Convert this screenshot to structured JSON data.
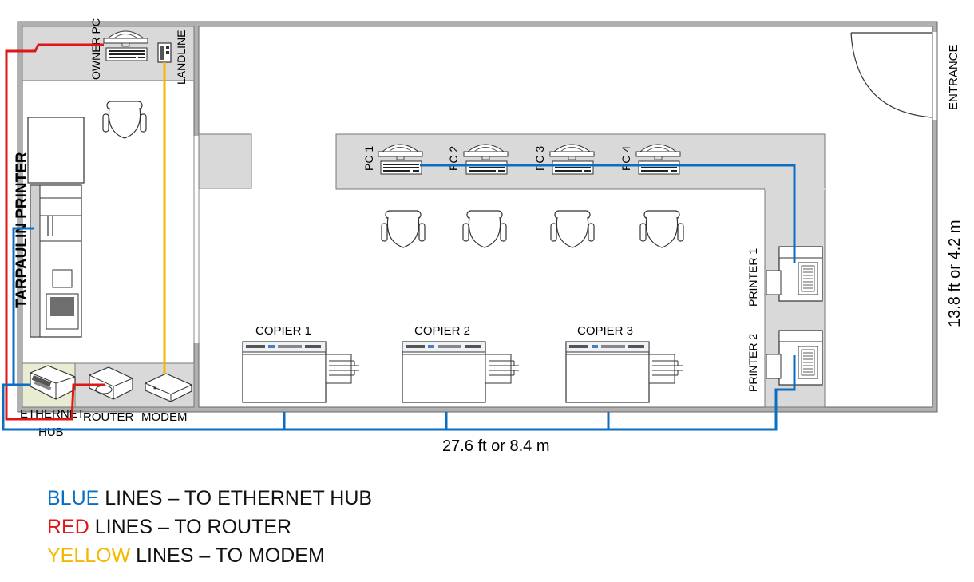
{
  "colors": {
    "blue": "#0a6fc2",
    "red": "#e01515",
    "yellow": "#f5b800",
    "wall": "#9a9a9a",
    "counter": "#d9d9d9"
  },
  "labels": {
    "owner_pc": "OWNER PC",
    "landline": "LANDLINE",
    "tarpaulin_printer": "TARPAULIN PRINTER",
    "entrance": "ENTRANCE",
    "pcs": [
      "PC 1",
      "PC 2",
      "PC 3",
      "PC 4"
    ],
    "printers": [
      "PRINTER 1",
      "PRINTER 2"
    ],
    "copiers": [
      "COPIER 1",
      "COPIER 2",
      "COPIER 3"
    ],
    "ethernet_hub": [
      "ETHERNET",
      "HUB"
    ],
    "router": "ROUTER",
    "modem": "MODEM"
  },
  "dimensions": {
    "width": "27.6 ft or 8.4 m",
    "height": "13.8 ft or 4.2 m"
  },
  "legend": [
    {
      "keyword": "BLUE",
      "rest": " LINES – TO ETHERNET HUB",
      "color": "#0a6fc2"
    },
    {
      "keyword": "RED",
      "rest": " LINES – TO ROUTER",
      "color": "#e01515"
    },
    {
      "keyword": "YELLOW",
      "rest": " LINES – TO MODEM",
      "color": "#f5b800"
    }
  ],
  "icons": {
    "computer": "desktop-computer-icon",
    "chair": "office-chair-icon",
    "copier": "copier-icon",
    "printer": "printer-icon"
  }
}
